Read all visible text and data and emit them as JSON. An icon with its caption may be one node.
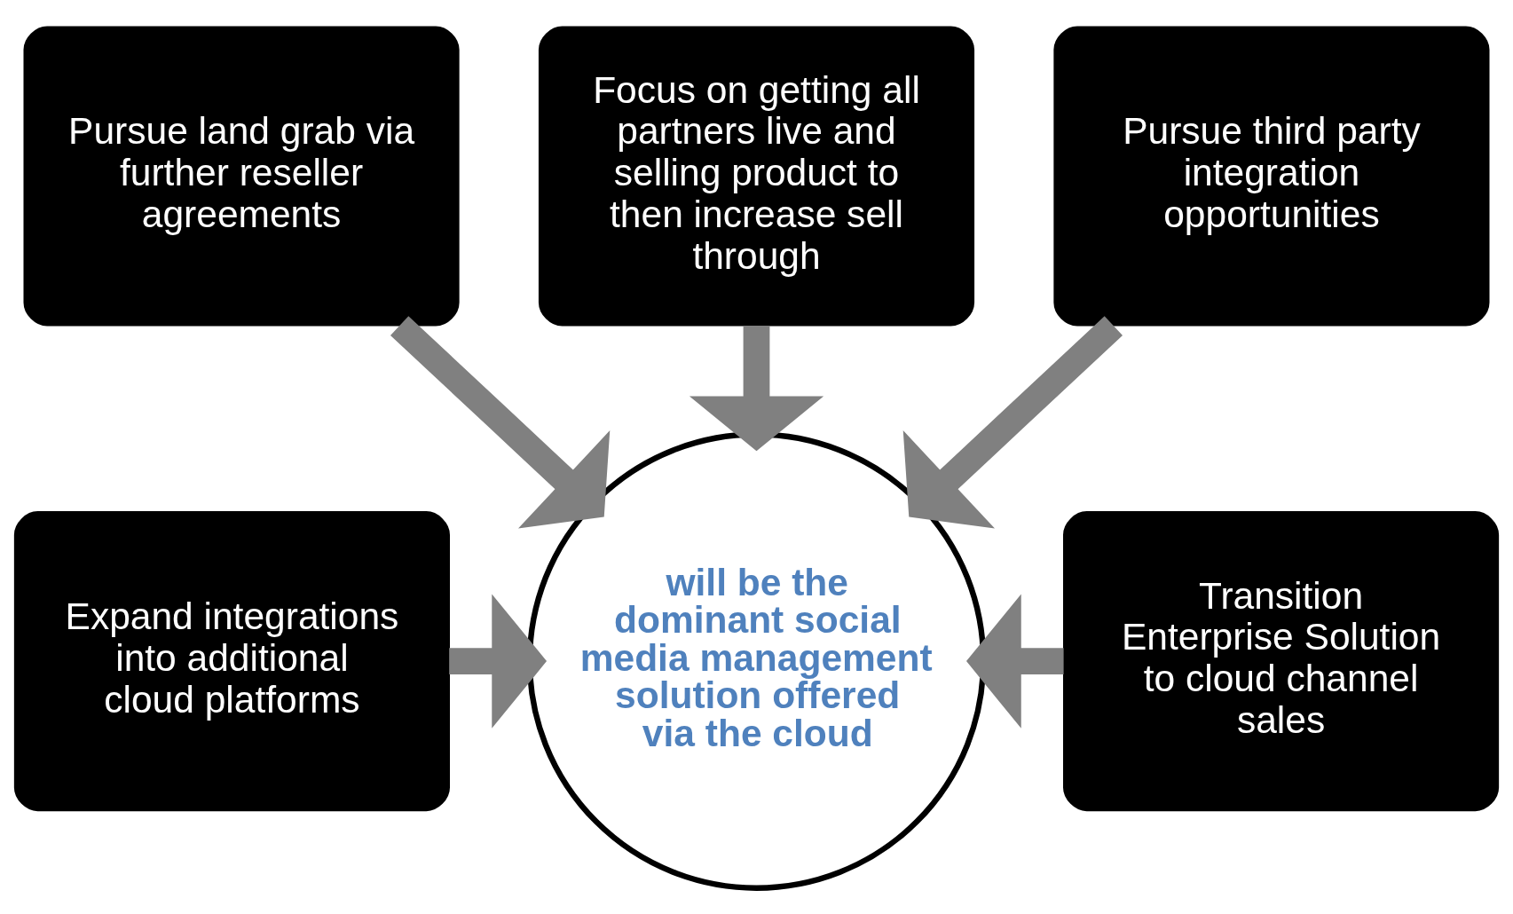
{
  "diagram": {
    "nodes": [
      {
        "text": [
          "Focus on getting all partners live and selling product to then increase sell through"
        ]
      },
      {
        "text": [
          "Pursue land grab via further reseller agreements"
        ]
      },
      {
        "text": [
          "Pursue third party integration opportunities"
        ]
      },
      {
        "text": [
          "Expand integrations into additional cloud platforms"
        ]
      },
      {
        "text": [
          "will be the dominant social media management solution offered via the cloud"
        ]
      },
      {
        "text": [
          "Transition Enterprise Solution to cloud channel sales"
        ]
      }
    ],
    "edges": [
      {
        "from": 1,
        "to": 4,
        "arrow": "to"
      },
      {
        "from": 0,
        "to": 4,
        "arrow": "to"
      },
      {
        "from": 2,
        "to": 4,
        "arrow": "to"
      },
      {
        "from": 3,
        "to": 4,
        "arrow": "to"
      },
      {
        "from": 5,
        "to": 4,
        "arrow": "to"
      }
    ]
  }
}
